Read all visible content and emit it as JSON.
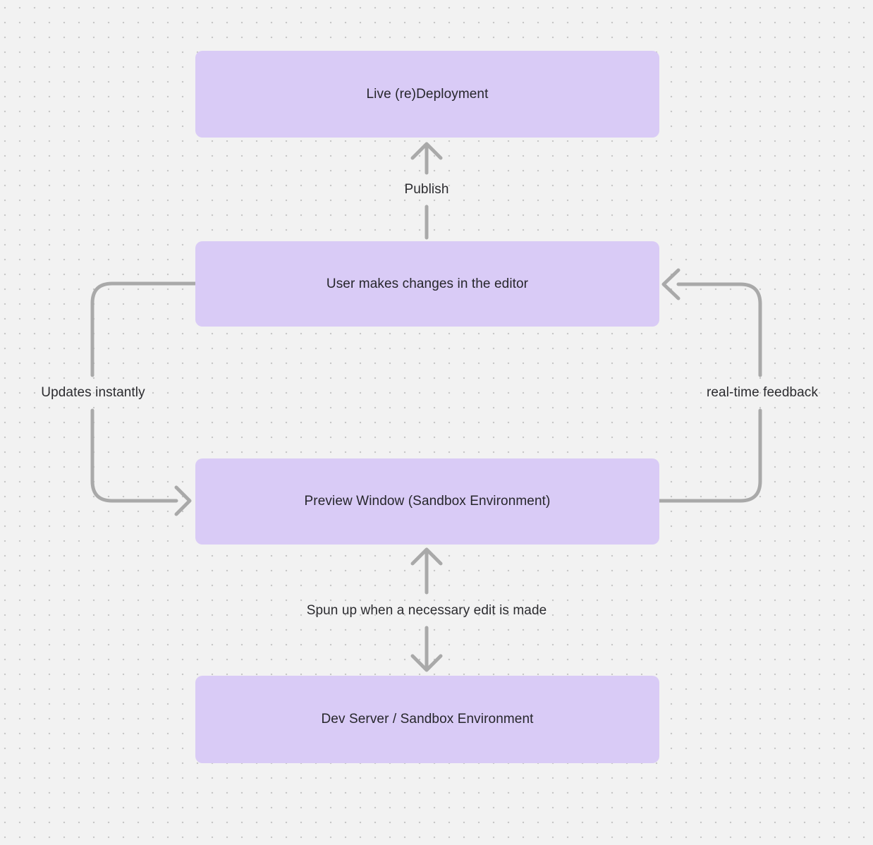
{
  "diagram": {
    "nodes": [
      {
        "id": "live-redeployment",
        "label": "Live (re)Deployment"
      },
      {
        "id": "user-editor",
        "label": "User makes changes in the editor"
      },
      {
        "id": "preview-window",
        "label": "Preview Window (Sandbox Environment)"
      },
      {
        "id": "dev-server",
        "label": "Dev Server / Sandbox Environment"
      }
    ],
    "edge_labels": {
      "publish": "Publish",
      "updates": "Updates instantly",
      "feedback": "real-time feedback",
      "spun_up": "Spun up when a necessary edit is made"
    },
    "edges": [
      {
        "from": "user-editor",
        "to": "live-redeployment",
        "label": "Publish",
        "style": "straight-up"
      },
      {
        "from": "user-editor",
        "to": "preview-window",
        "label": "Updates instantly",
        "style": "left-loop"
      },
      {
        "from": "preview-window",
        "to": "user-editor",
        "label": "real-time feedback",
        "style": "right-loop"
      },
      {
        "from": "preview-window",
        "to": "dev-server",
        "label": "Spun up when a necessary edit is made",
        "style": "bidirectional-vertical"
      }
    ],
    "colors": {
      "background": "#f2f2f2",
      "grid_dot": "#c7c7c7",
      "node_fill": "#d9cbf6",
      "arrow": "#a9a9a9",
      "text": "#26262b"
    }
  }
}
